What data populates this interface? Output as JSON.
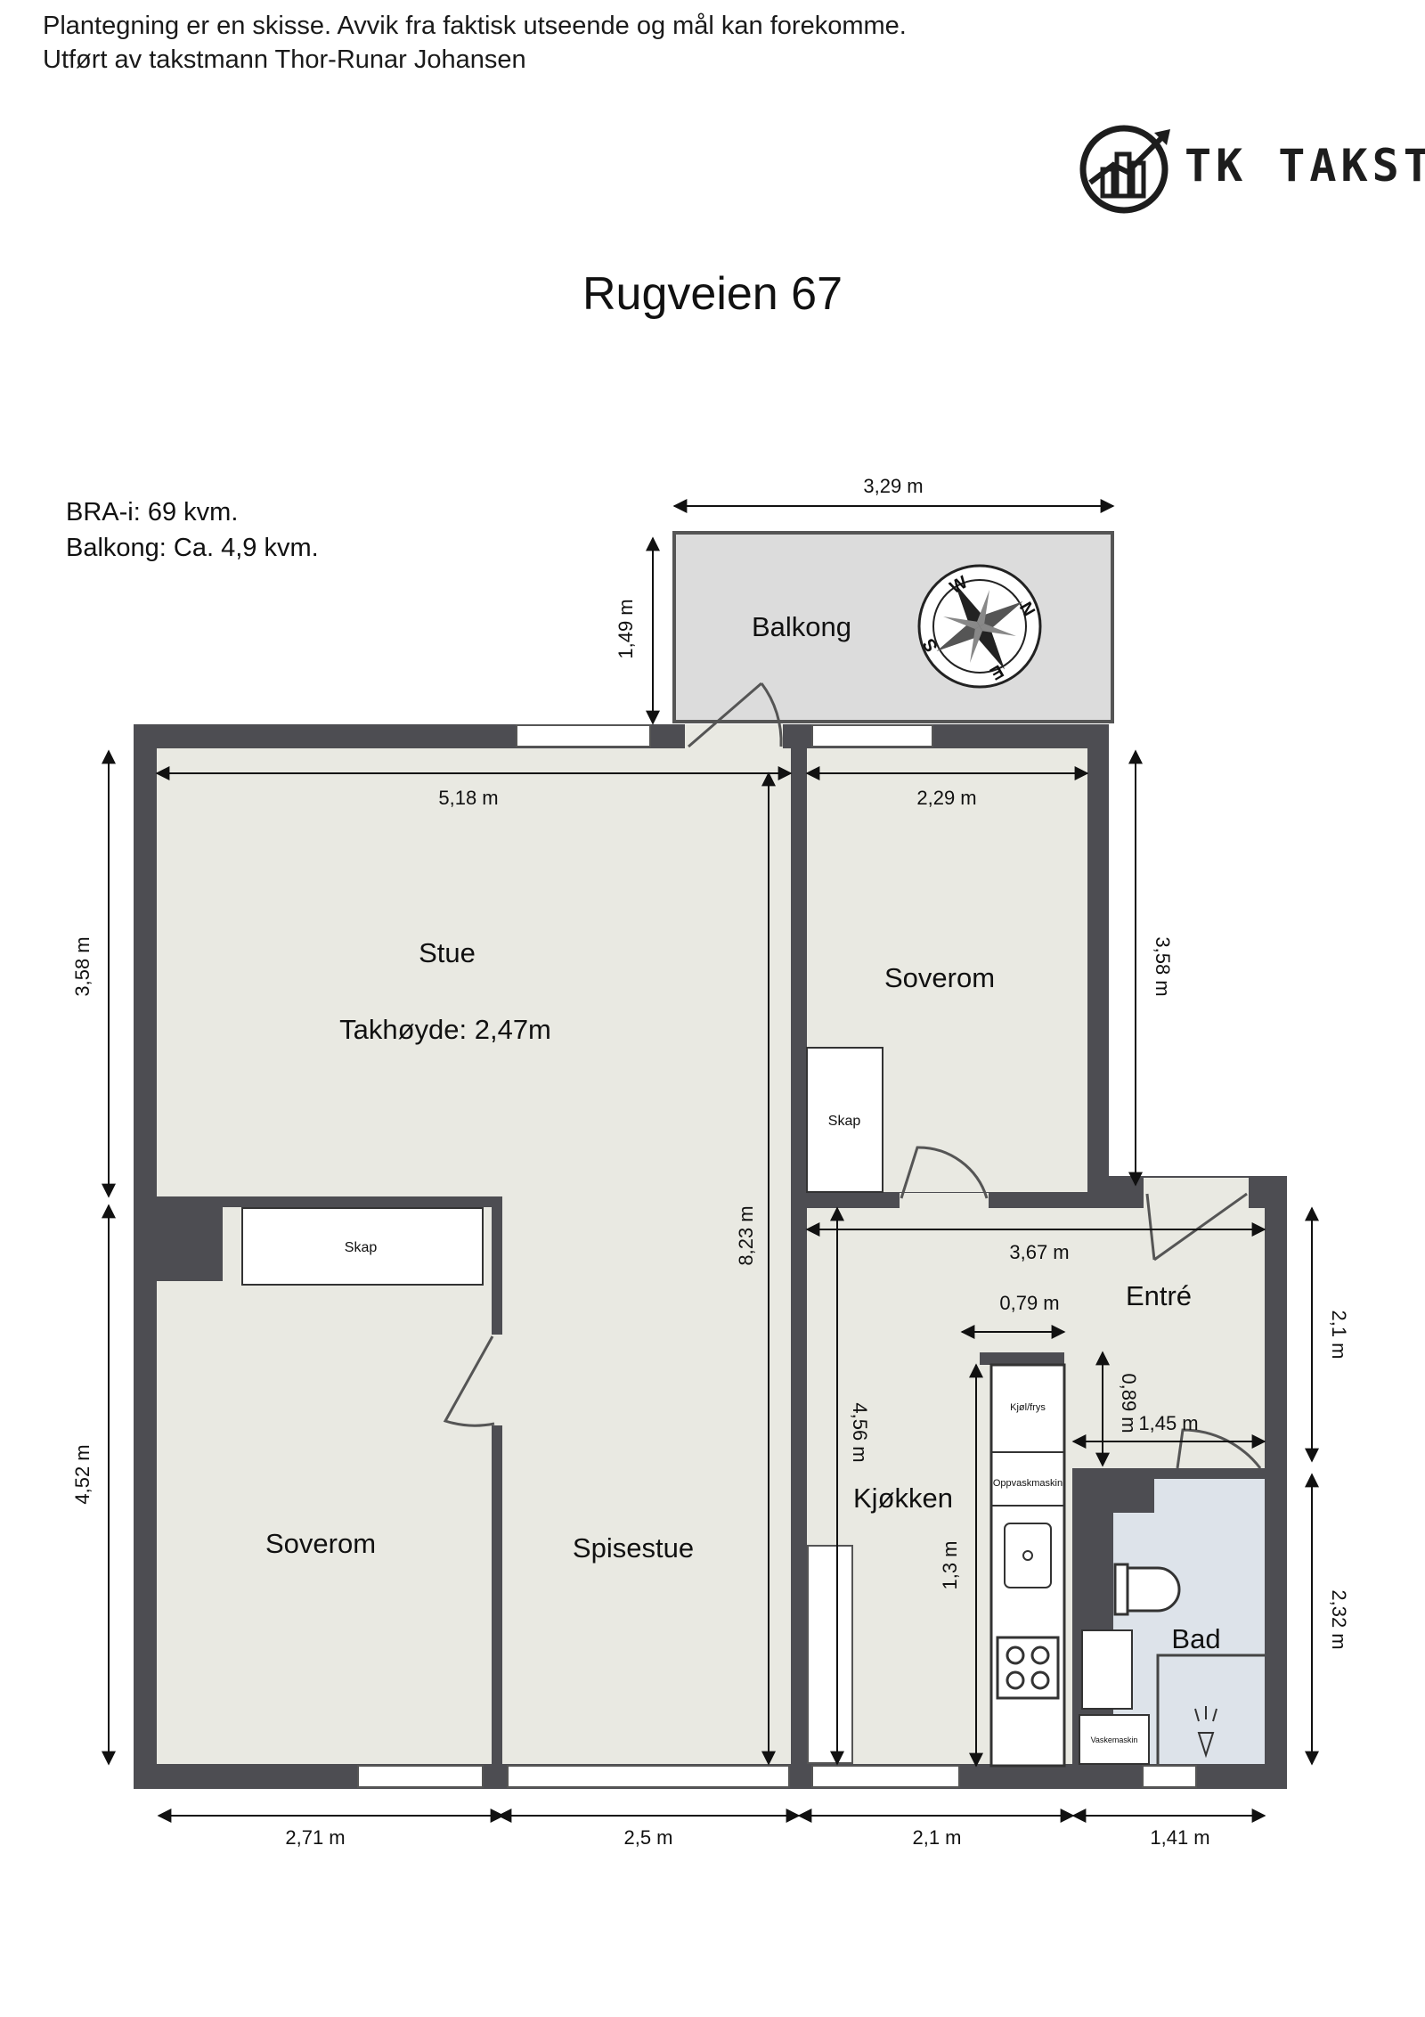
{
  "disclaimer": {
    "line1": "Plantegning er en skisse. Avvik fra faktisk utseende og mål kan forekomme.",
    "line2": "Utført av takstmann Thor-Runar Johansen"
  },
  "logo": {
    "text": "TK TAKST",
    "icon": "building-growth-logo-icon"
  },
  "title": "Rugveien 67",
  "areas": {
    "bra": "BRA-i: 69 kvm.",
    "balcony": "Balkong: Ca. 4,9 kvm."
  },
  "rooms": {
    "balcony": "Balkong",
    "living": "Stue",
    "ceiling_height": "Takhøyde: 2,47m",
    "bedroom1": "Soverom",
    "bedroom2": "Soverom",
    "dining": "Spisestue",
    "entry": "Entré",
    "kitchen": "Kjøkken",
    "bath": "Bad"
  },
  "fixtures": {
    "closet1": "Skap",
    "closet2": "Skap",
    "fridge": "Kjøl/frys",
    "dishwasher": "Oppvaskmaskin",
    "washer": "Vaskemaskin"
  },
  "compass": [
    "W",
    "N",
    "E",
    "S"
  ],
  "dimensions": {
    "balcony_width": "3,29 m",
    "balcony_depth": "1,49 m",
    "living_width": "5,18 m",
    "bedroom_right_width": "2,29 m",
    "left_upper": "3,58 m",
    "right_upper": "3,58 m",
    "left_lower": "4,52 m",
    "dining_depth": "8,23 m",
    "entry_width": "3,67 m",
    "kitchen_depth": "4,56 m",
    "counter_width": "0,79 m",
    "counter_gap": "0,89 m",
    "bath_width": "1,45 m",
    "counter_length": "1,3 m",
    "right_entry": "2,1 m",
    "right_bath": "2,32 m",
    "bottom_1": "2,71 m",
    "bottom_2": "2,5 m",
    "bottom_3": "2,1 m",
    "bottom_4": "1,41 m"
  }
}
